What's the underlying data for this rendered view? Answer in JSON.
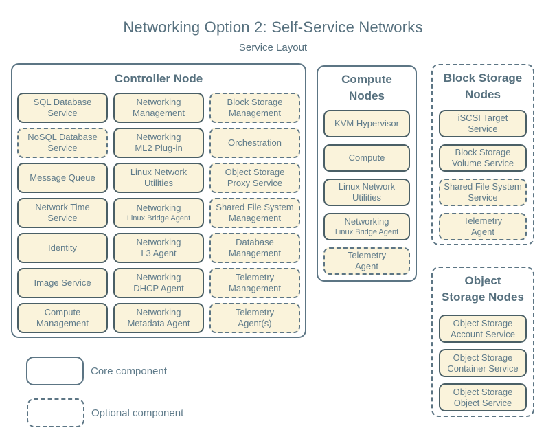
{
  "title": "Networking Option 2: Self-Service Networks",
  "subtitle": "Service Layout",
  "colors": {
    "bg": "#ffffff",
    "fill": "#FAF3DB",
    "solid": "#4A5F66",
    "dashed": "#5C7584",
    "container": "#5C7584",
    "text": "#5F7B8A",
    "heading": "#56707E"
  },
  "nodes": [
    {
      "id": "controller",
      "title": "Controller Node",
      "title_lines": [
        "Controller Node"
      ],
      "optional": false,
      "services": [
        {
          "lines": [
            "SQL Database",
            "Service"
          ],
          "optional": false
        },
        {
          "lines": [
            "Networking",
            "Management"
          ],
          "optional": false
        },
        {
          "lines": [
            "Block Storage",
            "Management"
          ],
          "optional": true
        },
        {
          "lines": [
            "NoSQL Database",
            "Service"
          ],
          "optional": true
        },
        {
          "lines": [
            "Networking",
            "ML2 Plug-in"
          ],
          "optional": false
        },
        {
          "lines": [
            "Orchestration"
          ],
          "optional": true
        },
        {
          "lines": [
            "Message Queue"
          ],
          "optional": false
        },
        {
          "lines": [
            "Linux Network",
            "Utilities"
          ],
          "optional": false
        },
        {
          "lines": [
            "Object Storage",
            "Proxy Service"
          ],
          "optional": true
        },
        {
          "lines": [
            "Network Time",
            "Service"
          ],
          "optional": false
        },
        {
          "lines": [
            "Networking",
            "Linux Bridge Agent"
          ],
          "optional": false,
          "small_line2": true
        },
        {
          "lines": [
            "Shared File System",
            "Management"
          ],
          "optional": true
        },
        {
          "lines": [
            "Identity"
          ],
          "optional": false
        },
        {
          "lines": [
            "Networking",
            "L3 Agent"
          ],
          "optional": false
        },
        {
          "lines": [
            "Database",
            "Management"
          ],
          "optional": true
        },
        {
          "lines": [
            "Image Service"
          ],
          "optional": false
        },
        {
          "lines": [
            "Networking",
            "DHCP Agent"
          ],
          "optional": false
        },
        {
          "lines": [
            "Telemetry",
            "Management"
          ],
          "optional": true
        },
        {
          "lines": [
            "Compute",
            "Management"
          ],
          "optional": false
        },
        {
          "lines": [
            "Networking",
            "Metadata Agent"
          ],
          "optional": false
        },
        {
          "lines": [
            "Telemetry",
            "Agent(s)"
          ],
          "optional": true
        }
      ]
    },
    {
      "id": "compute",
      "title": "Compute Nodes",
      "title_lines": [
        "Compute",
        "Nodes"
      ],
      "optional": false,
      "services": [
        {
          "lines": [
            "KVM Hypervisor"
          ],
          "optional": false
        },
        {
          "lines": [
            "Compute"
          ],
          "optional": false
        },
        {
          "lines": [
            "Linux Network",
            "Utilities"
          ],
          "optional": false
        },
        {
          "lines": [
            "Networking",
            "Linux Bridge Agent"
          ],
          "optional": false,
          "small_line2": true
        },
        {
          "lines": [
            "Telemetry",
            "Agent"
          ],
          "optional": true
        }
      ]
    },
    {
      "id": "block",
      "title": "Block Storage Nodes",
      "title_lines": [
        "Block Storage",
        "Nodes"
      ],
      "optional": true,
      "services": [
        {
          "lines": [
            "iSCSI Target",
            "Service"
          ],
          "optional": false
        },
        {
          "lines": [
            "Block Storage",
            "Volume Service"
          ],
          "optional": false
        },
        {
          "lines": [
            "Shared File System",
            "Service"
          ],
          "optional": true
        },
        {
          "lines": [
            "Telemetry",
            "Agent"
          ],
          "optional": true
        }
      ]
    },
    {
      "id": "object",
      "title": "Object Storage Nodes",
      "title_lines": [
        "Object",
        "Storage Nodes"
      ],
      "optional": true,
      "services": [
        {
          "lines": [
            "Object Storage",
            "Account Service"
          ],
          "optional": false
        },
        {
          "lines": [
            "Object Storage",
            "Container Service"
          ],
          "optional": false
        },
        {
          "lines": [
            "Object Storage",
            "Object Service"
          ],
          "optional": false
        }
      ]
    }
  ],
  "legend": [
    {
      "id": "core",
      "label": "Core component",
      "style": "solid"
    },
    {
      "id": "optional",
      "label": "Optional component",
      "style": "dashed"
    }
  ]
}
